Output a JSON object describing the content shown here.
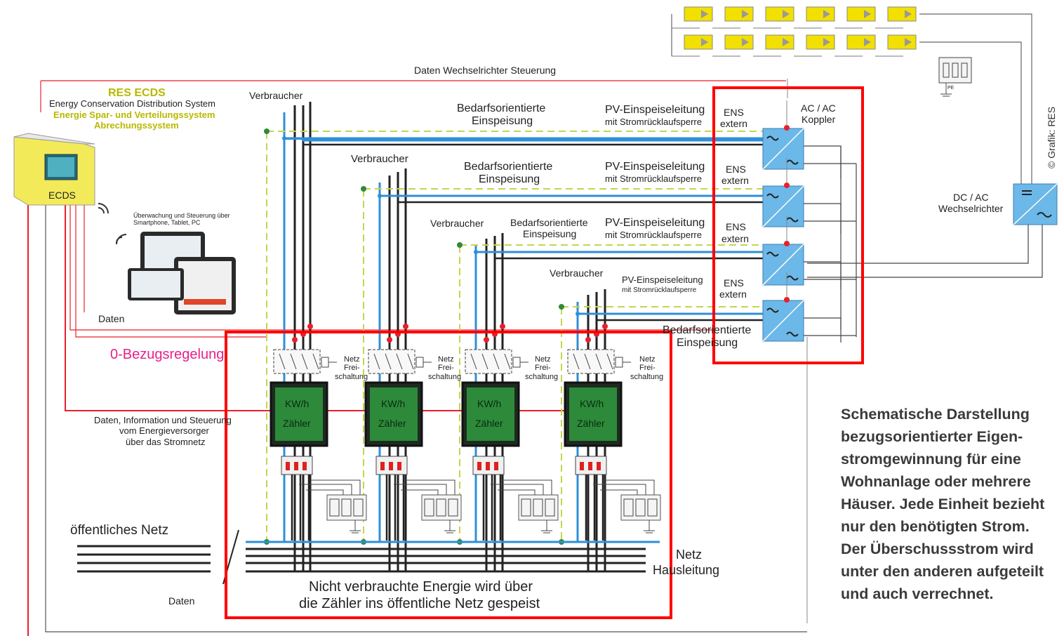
{
  "title_top": "Daten Wechselrichter Steuerung",
  "ecds": {
    "brand": "RES  ECDS",
    "line1": "Energy Conservation  Distribution System",
    "line2": "Energie Spar- und Verteilungssystem",
    "line3": "Abrechungssystem",
    "box_label": "ECDS"
  },
  "monitoring": {
    "line1": "Überwachung und Steuerung über",
    "line2": "Smartphone, Tablet, PC"
  },
  "labels": {
    "daten_left": "Daten",
    "zero_regulation": "0-Bezugsregelung",
    "info1": "Daten, Information und Steuerung",
    "info2": "vom Energieversorger",
    "info3": "über das Stromnetz",
    "public_grid": "öffentliches Netz",
    "daten_bottom": "Daten",
    "netz": "Netz",
    "hausleitung": "Hausleitung",
    "bottom_note1": "Nicht verbrauchte Energie wird über",
    "bottom_note2": "die Zähler ins öffentliche Netz gespeist",
    "ac_ac1": "AC / AC",
    "ac_ac2": "Koppler",
    "dc_ac1": "DC / AC",
    "dc_ac2": "Wechselrichter",
    "credit": "© Grafik: RES",
    "pe": "PE"
  },
  "rows": [
    {
      "verbraucher": "Verbraucher",
      "bedarf1": "Bedarfsorientierte",
      "bedarf2": "Einspeisung",
      "pv1": "PV-Einspeiseleitung",
      "pv2": "mit Stromrücklaufsperre",
      "ens1": "ENS",
      "ens2": "extern"
    },
    {
      "verbraucher": "Verbraucher",
      "bedarf1": "Bedarfsorientierte",
      "bedarf2": "Einspeisung",
      "pv1": "PV-Einspeiseleitung",
      "pv2": "mit Stromrücklaufsperre",
      "ens1": "ENS",
      "ens2": "extern"
    },
    {
      "verbraucher": "Verbraucher",
      "bedarf1": "Bedarfsorientierte",
      "bedarf2": "Einspeisung",
      "pv1": "PV-Einspeiseleitung",
      "pv2": "mit Stromrücklaufsperre",
      "ens1": "ENS",
      "ens2": "extern"
    },
    {
      "verbraucher": "Verbraucher",
      "bedarf1": "Bedarfsorientierte",
      "bedarf2": "Einspeisung",
      "pv1": "PV-Einspeiseleitung",
      "pv2": "mit Stromrücklaufsperre",
      "ens1": "ENS",
      "ens2": "extern"
    }
  ],
  "units": [
    {
      "meter1": "KW/h",
      "meter2": "Zähler",
      "netz1": "Netz",
      "netz2": "Frei-",
      "netz3": "schaltung"
    },
    {
      "meter1": "KW/h",
      "meter2": "Zähler",
      "netz1": "Netz",
      "netz2": "Frei-",
      "netz3": "schaltung"
    },
    {
      "meter1": "KW/h",
      "meter2": "Zähler",
      "netz1": "Netz",
      "netz2": "Frei-",
      "netz3": "schaltung"
    },
    {
      "meter1": "KW/h",
      "meter2": "Zähler",
      "netz1": "Netz",
      "netz2": "Frei-",
      "netz3": "schaltung"
    }
  ],
  "side_text": "Schematische Darstellung\nbezugsorientierter Eigen-\nstromgewinnung für eine\nWohnanlage oder mehrere\nHäuser. Jede Einheit bezieht\nnur den benötigten Strom.\nDer Überschussstrom wird\nunter den anderen aufgeteilt\nund auch verrechnet.",
  "colors": {
    "red": "#e8202a",
    "highlight": "#ff0000",
    "blue": "#2f8fd8",
    "black": "#222222",
    "green": "#2e8b3a",
    "yellow_dash": "#c8d44a",
    "panel": "#f2e000",
    "inverter": "#6cb8e8"
  }
}
